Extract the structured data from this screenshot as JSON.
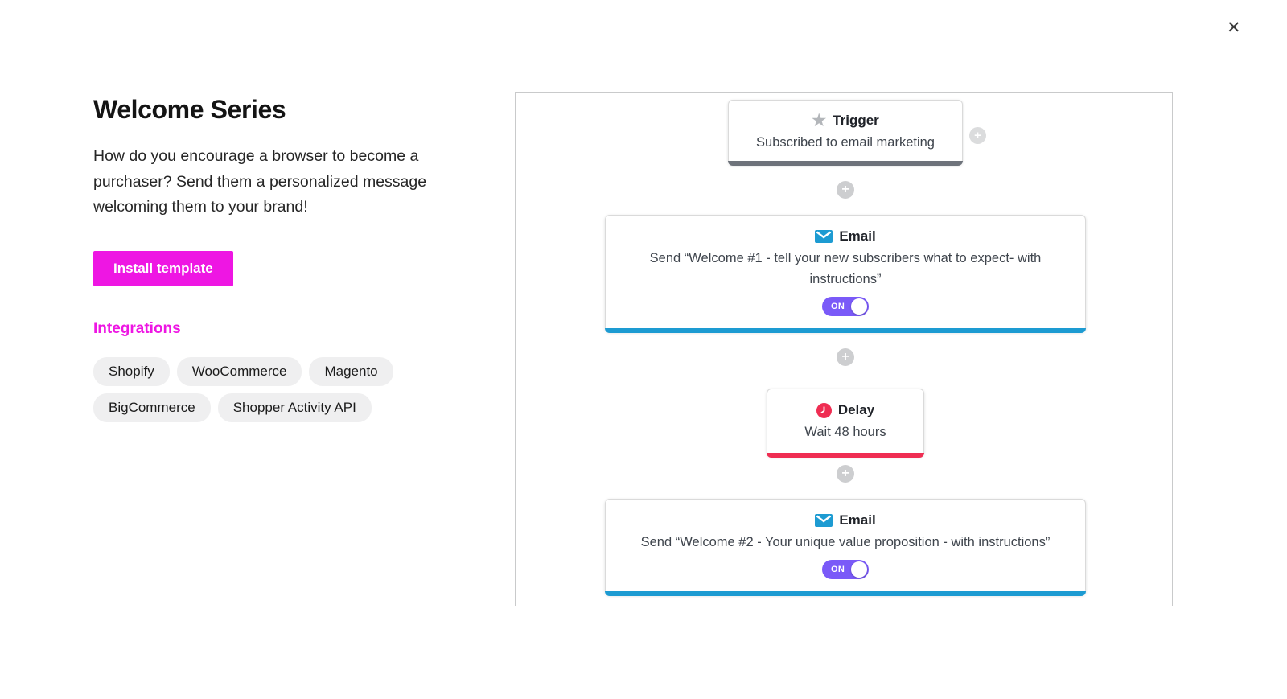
{
  "window": {
    "close_icon": "✕"
  },
  "left_panel": {
    "title": "Welcome Series",
    "description": "How do you encourage a browser to become a purchaser? Send them a personalized message welcoming them to your brand!",
    "install_button_label": "Install template",
    "integrations_heading": "Integrations",
    "integration_tags": [
      "Shopify",
      "WooCommerce",
      "Magento",
      "BigCommerce",
      "Shopper Activity API"
    ]
  },
  "flow": {
    "add_step_icon": "+",
    "nodes": [
      {
        "type": "trigger",
        "icon": "star-icon",
        "title": "Trigger",
        "subtitle": "Subscribed to email marketing",
        "accent": "#6e737b"
      },
      {
        "type": "email",
        "icon": "envelope-icon",
        "title": "Email",
        "subtitle": "Send “Welcome #1 - tell your new subscribers what to expect- with instructions”",
        "toggle_label": "ON",
        "toggle_state": "on",
        "accent": "#1d9bd2"
      },
      {
        "type": "delay",
        "icon": "clock-icon",
        "title": "Delay",
        "subtitle": "Wait 48 hours",
        "accent": "#ef2d52"
      },
      {
        "type": "email",
        "icon": "envelope-icon",
        "title": "Email",
        "subtitle": "Send “Welcome #2 - Your unique value proposition - with instructions”",
        "toggle_label": "ON",
        "toggle_state": "on",
        "accent": "#1d9bd2"
      }
    ]
  },
  "colors": {
    "accent_magenta": "#ee16e3",
    "email_blue": "#1d9bd2",
    "toggle_purple": "#7a5af8",
    "delay_red": "#ef2d52",
    "trigger_gray": "#6e737b",
    "star_gray": "#b3b6ba",
    "connector_gray": "#d6d7d8"
  }
}
